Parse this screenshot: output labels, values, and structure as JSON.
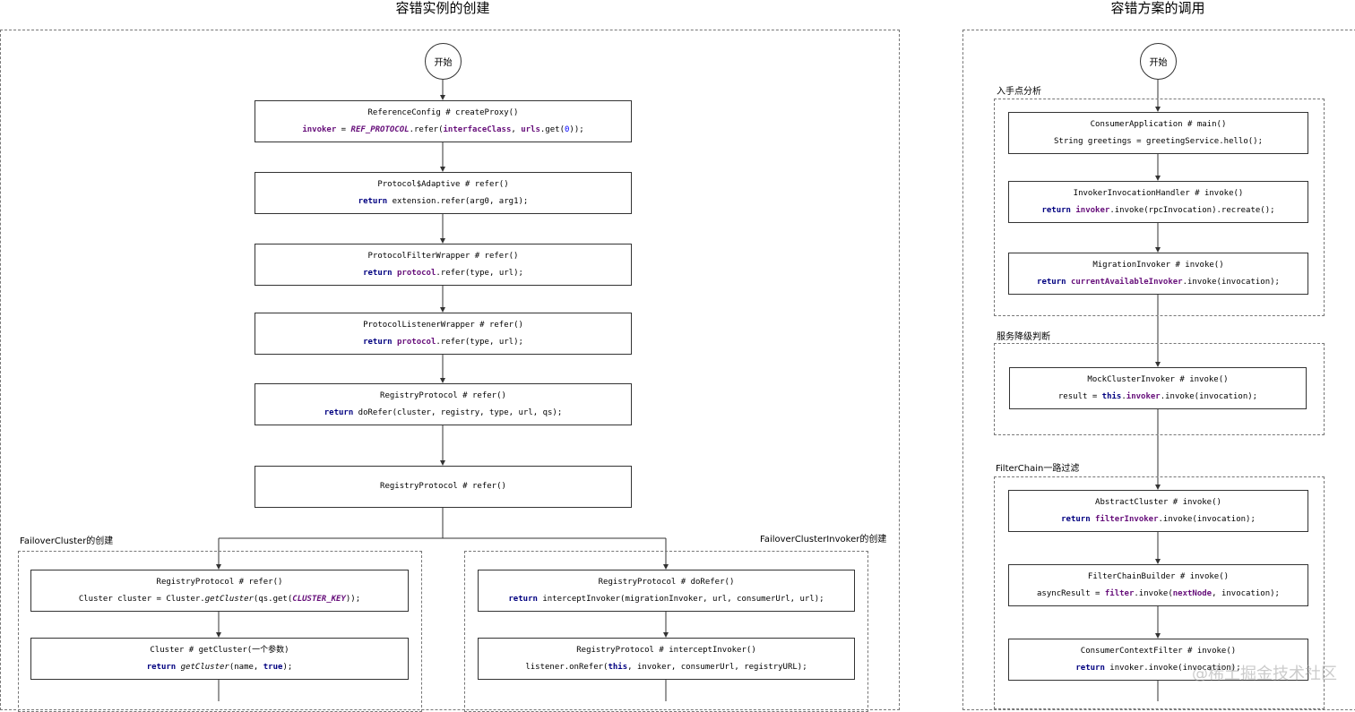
{
  "titles": {
    "left": "容错实例的创建",
    "right": "容错方案的调用"
  },
  "start_label": "开始",
  "sections": {
    "failover_cluster": "FailoverCluster的创建",
    "failover_invoker": "FailoverClusterInvoker的创建",
    "entry": "入手点分析",
    "degrade": "服务降级判断",
    "filterchain": "FilterChain一路过滤"
  },
  "boxes": {
    "ref_config": {
      "l1": "ReferenceConfig # createProxy()",
      "l2": [
        [
          "fld",
          "invoker"
        ],
        [
          "t",
          " = "
        ],
        [
          "const",
          "REF_PROTOCOL"
        ],
        [
          "t",
          ".refer("
        ],
        [
          "fld",
          "interfaceClass"
        ],
        [
          "t",
          ", "
        ],
        [
          "fld",
          "urls"
        ],
        [
          "t",
          ".get("
        ],
        [
          "num",
          "0"
        ],
        [
          "t",
          "));"
        ]
      ]
    },
    "protocol_adaptive": {
      "l1": "Protocol$Adaptive # refer()",
      "l2": [
        [
          "kw",
          "return"
        ],
        [
          "t",
          " extension.refer(arg0, arg1);"
        ]
      ]
    },
    "filter_wrapper": {
      "l1": "ProtocolFilterWrapper # refer()",
      "l2": [
        [
          "kw",
          "return"
        ],
        [
          "t",
          " "
        ],
        [
          "fld",
          "protocol"
        ],
        [
          "t",
          ".refer(type, url);"
        ]
      ]
    },
    "listener_wrapper": {
      "l1": "ProtocolListenerWrapper # refer()",
      "l2": [
        [
          "kw",
          "return"
        ],
        [
          "t",
          " "
        ],
        [
          "fld",
          "protocol"
        ],
        [
          "t",
          ".refer(type, url);"
        ]
      ]
    },
    "registry_refer": {
      "l1": "RegistryProtocol # refer()",
      "l2": [
        [
          "kw",
          "return"
        ],
        [
          "t",
          " doRefer(cluster, registry, type, url, qs);"
        ]
      ]
    },
    "registry_refer2": {
      "l1": "RegistryProtocol # refer()"
    },
    "fc_refer": {
      "l1": "RegistryProtocol # refer()",
      "l2": [
        [
          "t",
          "Cluster cluster = Cluster."
        ],
        [
          "itc",
          "getCluster"
        ],
        [
          "t",
          "(qs.get("
        ],
        [
          "const",
          "CLUSTER_KEY"
        ],
        [
          "t",
          "));"
        ]
      ]
    },
    "fc_getcluster": {
      "l1": "Cluster # getCluster(一个参数)",
      "l2": [
        [
          "kw",
          "return"
        ],
        [
          "t",
          " "
        ],
        [
          "itc",
          "getCluster"
        ],
        [
          "t",
          "(name, "
        ],
        [
          "kw",
          "true"
        ],
        [
          "t",
          ");"
        ]
      ]
    },
    "fi_dorefer": {
      "l1": "RegistryProtocol # doRefer()",
      "l2": [
        [
          "kw",
          "return"
        ],
        [
          "t",
          " interceptInvoker(migrationInvoker, url, consumerUrl, url);"
        ]
      ]
    },
    "fi_intercept": {
      "l1": "RegistryProtocol # interceptInvoker()",
      "l2": [
        [
          "t",
          "listener.onRefer("
        ],
        [
          "kw",
          "this"
        ],
        [
          "t",
          ", invoker, consumerUrl, registryURL);"
        ]
      ]
    },
    "consumer_main": {
      "l1": "ConsumerApplication # main()",
      "l2": [
        [
          "t",
          "String greetings = greetingService.hello();"
        ]
      ]
    },
    "invoker_handler": {
      "l1": "InvokerInvocationHandler # invoke()",
      "l2": [
        [
          "kw",
          "return"
        ],
        [
          "t",
          " "
        ],
        [
          "fld",
          "invoker"
        ],
        [
          "t",
          ".invoke(rpcInvocation).recreate();"
        ]
      ]
    },
    "migration_invoker": {
      "l1": "MigrationInvoker # invoke()",
      "l2": [
        [
          "kw",
          "return"
        ],
        [
          "t",
          " "
        ],
        [
          "fld",
          "currentAvailableInvoker"
        ],
        [
          "t",
          ".invoke(invocation);"
        ]
      ]
    },
    "mock_cluster": {
      "l1": "MockClusterInvoker # invoke()",
      "l2": [
        [
          "t",
          "result = "
        ],
        [
          "kw",
          "this"
        ],
        [
          "t",
          "."
        ],
        [
          "fld",
          "invoker"
        ],
        [
          "t",
          ".invoke(invocation);"
        ]
      ]
    },
    "abstract_cluster": {
      "l1": "AbstractCluster # invoke()",
      "l2": [
        [
          "kw",
          "return"
        ],
        [
          "t",
          " "
        ],
        [
          "fld",
          "filterInvoker"
        ],
        [
          "t",
          ".invoke(invocation);"
        ]
      ]
    },
    "filterchain_builder": {
      "l1": "FilterChainBuilder # invoke()",
      "l2": [
        [
          "t",
          "asyncResult = "
        ],
        [
          "fld",
          "filter"
        ],
        [
          "t",
          ".invoke("
        ],
        [
          "fld",
          "nextNode"
        ],
        [
          "t",
          ", invocation);"
        ]
      ]
    },
    "consumer_context": {
      "l1": "ConsumerContextFilter # invoke()",
      "l2": [
        [
          "kw",
          "return"
        ],
        [
          "t",
          " invoker.invoke(invocation);"
        ]
      ]
    }
  },
  "watermark": "@稀土掘金技术社区"
}
